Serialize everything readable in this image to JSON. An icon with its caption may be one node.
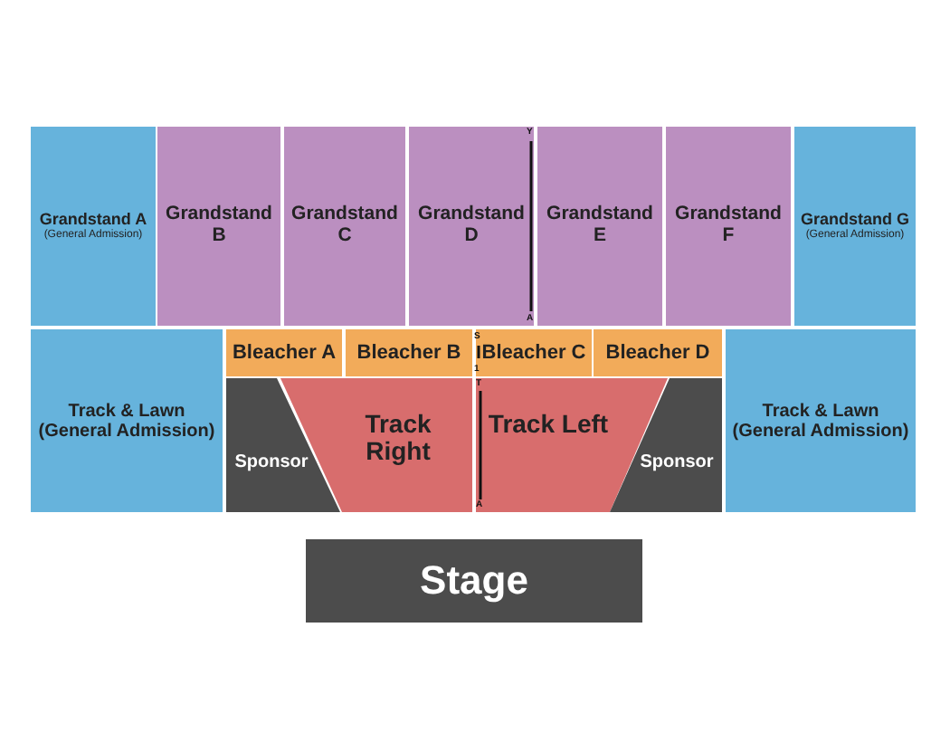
{
  "diagram": {
    "nodes": [
      {
        "text": [
          "Grandstand A",
          "(General Admission)"
        ]
      },
      {
        "text": [
          "Grandstand B"
        ]
      },
      {
        "text": [
          "Grandstand C"
        ]
      },
      {
        "text": [
          "Grandstand D"
        ]
      },
      {
        "text": [
          "Grandstand E"
        ]
      },
      {
        "text": [
          "Grandstand F"
        ]
      },
      {
        "text": [
          "Grandstand G",
          "(General Admission)"
        ]
      },
      {
        "text": [
          "Track & Lawn (General Admission)"
        ]
      },
      {
        "text": [
          "Bleacher A"
        ]
      },
      {
        "text": [
          "Bleacher B"
        ]
      },
      {
        "text": [
          "Bleacher C"
        ]
      },
      {
        "text": [
          "Bleacher D"
        ]
      },
      {
        "text": [
          "Track & Lawn (General Admission)"
        ]
      },
      {
        "text": [
          "Sponsor"
        ]
      },
      {
        "text": [
          "Track Right"
        ]
      },
      {
        "text": [
          "Track Left"
        ]
      },
      {
        "text": [
          "Sponsor"
        ]
      },
      {
        "text": [
          "Stage"
        ]
      }
    ],
    "labels": [
      "Y",
      "A",
      "S",
      "1",
      "T",
      "A"
    ]
  }
}
